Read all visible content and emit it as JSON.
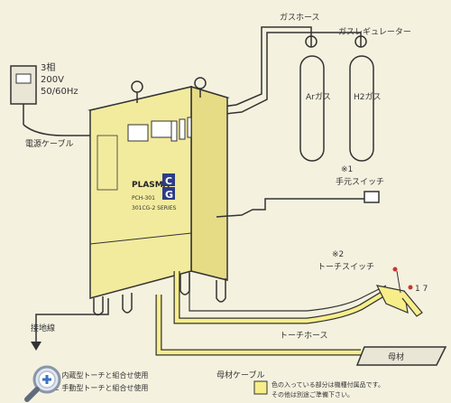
{
  "labels": {
    "power_phase": "3相",
    "power_voltage": "200V",
    "power_freq": "50/60Hz",
    "power_cable": "電源ケーブル",
    "gas_hose": "ガスホース",
    "gas_regulator": "ガスレギュレーター",
    "cyl_ar": "Arガス",
    "cyl_h2": "H2ガス",
    "note1": "※1",
    "hand_switch": "手元スイッチ",
    "note2": "※2",
    "torch_switch": "トーチスイッチ",
    "torch_hose": "トーチホース",
    "ground": "接地線",
    "work_cable": "母材ケーブル",
    "workpiece": "母材",
    "torch_tag": "1 7",
    "footnote1": "※1 内蔵型トーチと組合せ使用",
    "footnote2": "※2 手動型トーチと組合せ使用",
    "legend_line1": "色の入っている部分は機種付属品です。",
    "legend_line2": "その他は別途ご準備下さい。"
  },
  "panel": {
    "brand": "PLASMA",
    "badge_top": "C",
    "badge_bottom": "G",
    "model_line1": "PCH-301",
    "model_line2": "301CG-2 SERIES"
  },
  "colors": {
    "background": "#f4f1df",
    "unit_fill": "#f2eb9e",
    "accessory": "#f7ee8a",
    "line": "#3a3a3a"
  }
}
